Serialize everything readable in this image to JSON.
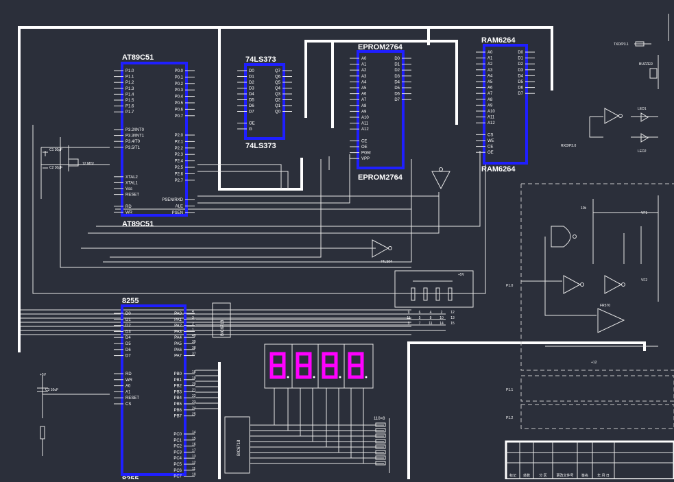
{
  "labels": {
    "at89_top": "AT89C51",
    "at89_bottom": "AT89C51",
    "ls373_top": "74LS373",
    "ls373_bottom": "74LS373",
    "eprom_top": "EPROM2764",
    "eprom_bottom": "EPROM2764",
    "ram_top": "RAM6264",
    "ram_bottom": "RAM6264",
    "i8255": "8255",
    "i8255_bottom": "8255",
    "chip_75_top": "BIC6718",
    "chip_75_bottom": "BIC6718",
    "res_array": "110×8",
    "vcc": "+5V",
    "buzzer": "BUZZER",
    "txd": "TXD/P3.1",
    "rxd": "RXD/P3.0",
    "led1": "LED1",
    "led2": "LED2",
    "crystal": "12 MHz",
    "c1": "C1 30pF",
    "c2": "C2 30pF",
    "c3": "C3 10uF",
    "p10": "P1.0",
    "p11": "P1.1",
    "p12": "P1.2",
    "plus12": "+12",
    "u_inv": "74LS04",
    "vf1": "VF1",
    "vf2": "VF2",
    "fr": "FR570",
    "r1": "10k",
    "tb_cols": [
      "标记",
      "处数",
      "分 区",
      "更改文件号",
      "签名",
      "年 月 日"
    ]
  },
  "at89_left": [
    "P1.0",
    "P1.1",
    "P1.2",
    "P1.3",
    "P1.4",
    "P1.5",
    "P1.6",
    "P1.7",
    "",
    "",
    "P3.2/INT0",
    "P3.3/INT1",
    "P3.4/T0",
    "P3.5/T1",
    "",
    "",
    "",
    "",
    "XTAL2",
    "XTAL1",
    "Vss",
    "RESET",
    "",
    "RD",
    "WR"
  ],
  "at89_right": [
    "P0.0",
    "P0.1",
    "P0.2",
    "P0.3",
    "P0.4",
    "P0.5",
    "P0.6",
    "P0.7",
    "",
    "",
    "P2.0",
    "P2.1",
    "P2.2",
    "P2.3",
    "P2.4",
    "P2.5",
    "P2.6",
    "P2.7",
    "",
    "",
    "PSEN/RXD",
    "ALE",
    "PSEN"
  ],
  "ls373_left": [
    "D0",
    "D1",
    "D2",
    "D3",
    "D4",
    "D5",
    "D6",
    "D7",
    "",
    "OE",
    "G"
  ],
  "ls373_right": [
    "Q7",
    "Q6",
    "Q5",
    "Q4",
    "Q3",
    "Q2",
    "Q1",
    "Q0"
  ],
  "eprom_left": [
    "A0",
    "A1",
    "A2",
    "A3",
    "A4",
    "A5",
    "A6",
    "A7",
    "A8",
    "A9",
    "A10",
    "A11",
    "A12",
    "",
    "CE",
    "OE",
    "PGM",
    "VPP"
  ],
  "eprom_right": [
    "D0",
    "D1",
    "D2",
    "D3",
    "D4",
    "D5",
    "D6",
    "D7"
  ],
  "ram_left": [
    "A0",
    "A1",
    "A2",
    "A3",
    "A4",
    "A5",
    "A6",
    "A7",
    "A8",
    "A9",
    "A10",
    "A11",
    "A12",
    "",
    "CS",
    "WE",
    "CE",
    "OE"
  ],
  "ram_right": [
    "D0",
    "D1",
    "D2",
    "D3",
    "D4",
    "D5",
    "D6",
    "D7"
  ],
  "i8255_left": [
    "D0",
    "D1",
    "D2",
    "D3",
    "D4",
    "D5",
    "D6",
    "D7",
    "",
    "",
    "RD",
    "WR",
    "A0",
    "A1",
    "RESET",
    "CS"
  ],
  "i8255_right": [
    "PA0",
    "PA1",
    "PA2",
    "PA3",
    "PA4",
    "PA5",
    "PA6",
    "PA7",
    "",
    "",
    "PB0",
    "PB1",
    "PB2",
    "PB3",
    "PB4",
    "PB5",
    "PB6",
    "PB7",
    "",
    "",
    "PC0",
    "PC1",
    "PC2",
    "PC3",
    "PC4",
    "PC5",
    "PC6",
    "PC7"
  ],
  "i8255_pinnums_a": [
    "4",
    "3",
    "2",
    "1",
    "40",
    "39",
    "38",
    "37"
  ],
  "i8255_pinnums_b": [
    "18",
    "19",
    "20",
    "21",
    "22",
    "23",
    "24",
    "25"
  ],
  "i8255_pinnums_c": [
    "14",
    "15",
    "16",
    "17",
    "13",
    "12",
    "11",
    "10"
  ],
  "display_digits": [
    "8",
    "8",
    "8",
    "8"
  ],
  "grid_numbers": [
    [
      "9",
      "6",
      "4",
      "2",
      "12"
    ],
    [
      "11",
      "5",
      "8",
      "10",
      "13"
    ],
    [
      "3",
      "7",
      "11",
      "14",
      "15"
    ]
  ]
}
